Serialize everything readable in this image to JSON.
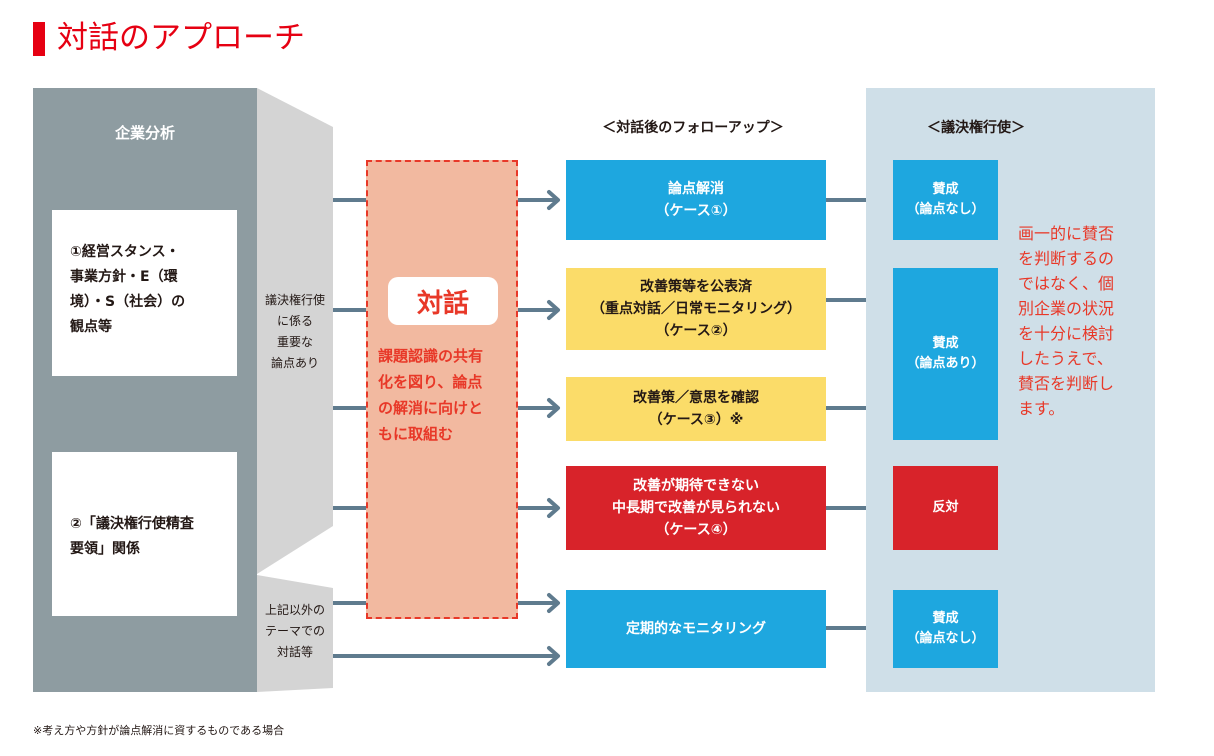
{
  "title": "対話のアプローチ",
  "left": {
    "heading": "企業分析",
    "box1": "①経営スタンス・\n事業方針・E（環\n境）・S（社会）の\n観点等",
    "box2": "②「議決権行使精査\n要領」関係"
  },
  "side_labels": {
    "upper": "議決権行使\nに係る\n重要な\n論点あり",
    "lower": "上記以外の\nテーマでの\n対話等"
  },
  "dialog": {
    "label": "対話",
    "text": "課題認識の共有\n化を図り、論点\nの解消に向けと\nもに取組む"
  },
  "followup": {
    "heading": "＜対話後のフォローアップ＞",
    "items": [
      "論点解消\n（ケース①）",
      "改善策等を公表済\n（重点対話／日常モニタリング）\n（ケース②）",
      "改善策／意思を確認\n（ケース③）※",
      "改善が期待できない\n中長期で改善が見られない\n（ケース④）",
      "定期的なモニタリング"
    ]
  },
  "vote": {
    "heading": "＜議決権行使＞",
    "items": [
      "賛成\n（論点なし）",
      "賛成\n（論点あり）",
      "反対",
      "賛成\n（論点なし）"
    ],
    "note": "画一的に賛否\nを判断するの\nではなく、個\n別企業の状況\nを十分に検討\nしたうえで、\n賛否を判断し\nます。"
  },
  "footnote": "※考え方や方針が論点解消に資するものである場合",
  "colors": {
    "accent_red": "#e60012",
    "blue": "#1ea7df",
    "yellow": "#fbdc69",
    "red": "#d8232a",
    "arrow": "#5f7b8e",
    "panel_gray": "#8e9ca1",
    "panel_light": "#cfdfe8"
  }
}
